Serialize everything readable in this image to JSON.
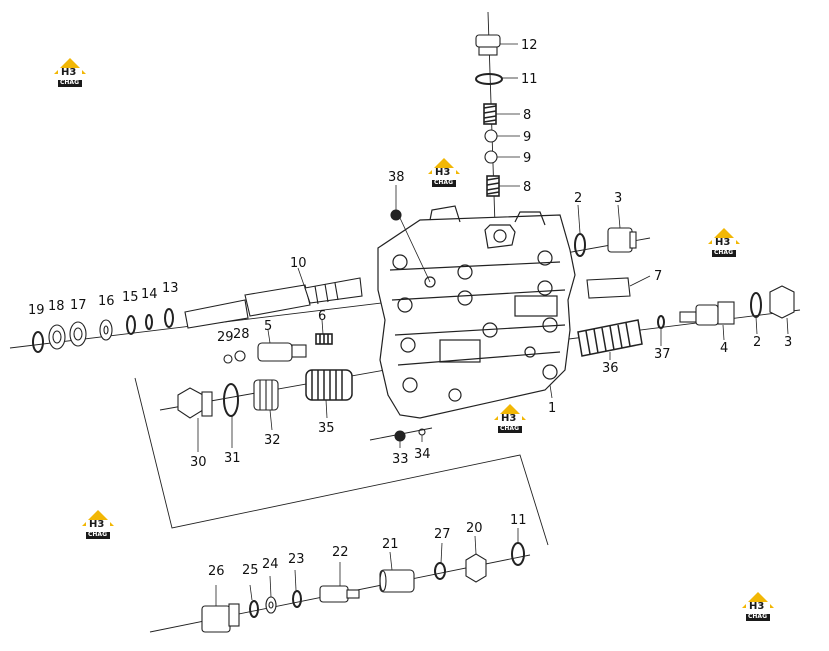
{
  "brand": {
    "logo_text_top": "H3",
    "logo_text_bottom": "CHAG",
    "colors": {
      "accent": "#f2b705",
      "dark": "#1a1a1a",
      "line": "#222222"
    }
  },
  "labels": {
    "p1": "1",
    "p2a": "2",
    "p2b": "2",
    "p3a": "3",
    "p3b": "3",
    "p4": "4",
    "p5": "5",
    "p6": "6",
    "p7": "7",
    "p8a": "8",
    "p8b": "8",
    "p9a": "9",
    "p9b": "9",
    "p10": "10",
    "p11a": "11",
    "p11b": "11",
    "p12": "12",
    "p13": "13",
    "p14": "14",
    "p15": "15",
    "p16": "16",
    "p17": "17",
    "p18": "18",
    "p19": "19",
    "p20": "20",
    "p21": "21",
    "p22": "22",
    "p23": "23",
    "p24": "24",
    "p25": "25",
    "p26": "26",
    "p27": "27",
    "p28": "28",
    "p29": "29",
    "p30": "30",
    "p31": "31",
    "p32": "32",
    "p33": "33",
    "p34": "34",
    "p35": "35",
    "p36": "36",
    "p37": "37",
    "p38": "38"
  }
}
